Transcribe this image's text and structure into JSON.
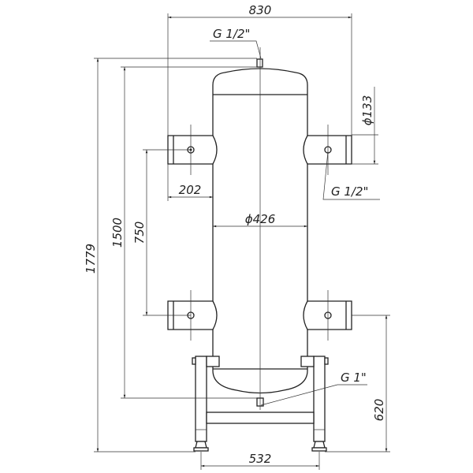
{
  "drawing": {
    "overall_width": "830",
    "top_connection": "G 1/2\"",
    "side_connection": "G 1/2\"",
    "bottom_connection": "G 1\"",
    "nozzle_diameter": "ϕ133",
    "body_diameter": "ϕ426",
    "nozzle_offset": "202",
    "nozzle_spacing": "750",
    "body_height": "1500",
    "overall_height": "1779",
    "lower_nozzle_height": "620",
    "leg_spacing": "532"
  }
}
